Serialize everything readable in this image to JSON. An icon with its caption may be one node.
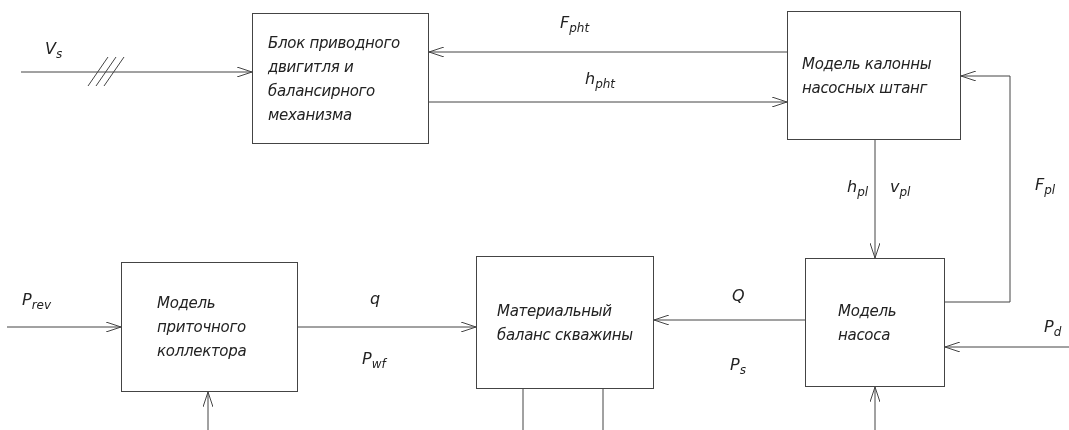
{
  "diagram": {
    "nodes": [
      {
        "text": [
          "Блок приводного двигитля и балансирного механизма"
        ]
      },
      {
        "text": [
          "Модель калонны насосных штанг"
        ]
      },
      {
        "text": [
          "Модель приточного коллектора"
        ]
      },
      {
        "text": [
          "Материальный баланс скважины"
        ]
      },
      {
        "text": [
          "Модель насоса"
        ]
      }
    ],
    "edges": [
      {
        "from": null,
        "to": 0,
        "arrow": "to",
        "label": "V$_{s}$"
      },
      {
        "from": 1,
        "to": 0,
        "arrow": "to",
        "label": "F$_{pht}$"
      },
      {
        "from": 0,
        "to": 1,
        "arrow": "to",
        "label": "h$_{pht}$"
      },
      {
        "from": 1,
        "to": 4,
        "arrow": "to",
        "label": "h$_{pl}$"
      },
      {
        "from": 4,
        "to": 1,
        "arrow": "to",
        "label": "F$_{pl}$"
      },
      {
        "from": null,
        "to": 2,
        "arrow": "to",
        "label": "P$_{rev}$"
      },
      {
        "from": 2,
        "to": 3,
        "arrow": "to",
        "label": "q"
      },
      {
        "from": 4,
        "to": 3,
        "arrow": "to",
        "label": "Q"
      },
      {
        "from": null,
        "to": 4,
        "arrow": "to",
        "label": "P$_{d}$"
      },
      {
        "from": null,
        "to": 2,
        "arrow": "to"
      },
      {
        "from": 3,
        "to": null,
        "arrow": "none"
      },
      {
        "from": 3,
        "to": null,
        "arrow": "none"
      },
      {
        "from": null,
        "to": 4,
        "arrow": "to"
      }
    ],
    "labels": [
      "v$_{pl}$",
      "P$_{wf}$",
      "P$_{s}$"
    ]
  }
}
